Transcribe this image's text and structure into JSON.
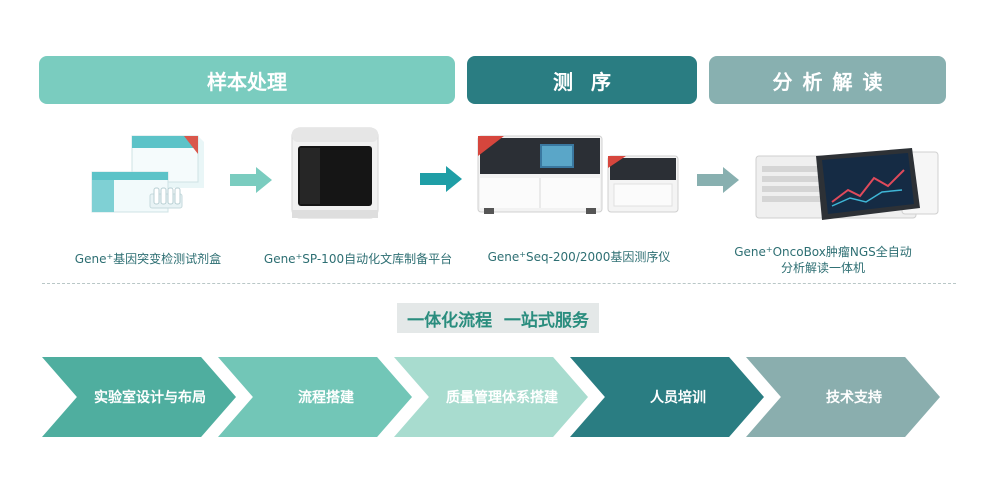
{
  "headers": {
    "sample": "样本处理",
    "sequencing": "测序",
    "analysis": "分析解读"
  },
  "products": {
    "kit": {
      "brand": "Gene",
      "sup": "+",
      "name": "基因突变检测试剂盒"
    },
    "sp100": {
      "brand": "Gene",
      "sup": "+",
      "name": "SP-100自动化文库制备平台"
    },
    "seq": {
      "brand": "Gene",
      "sup": "+",
      "name": "Seq-200/2000基因测序仪"
    },
    "oncobox": {
      "brand": "Gene",
      "sup": "+",
      "name_line1": "OncoBox肿瘤NGS全自动",
      "name_line2": "分析解读一体机"
    }
  },
  "slogan": "一体化流程  一站式服务",
  "steps": [
    {
      "label": "实验室设计与布局"
    },
    {
      "label": "流程搭建"
    },
    {
      "label": "质量管理体系搭建"
    },
    {
      "label": "人员培训"
    },
    {
      "label": "技术支持"
    }
  ],
  "colors": {
    "teal_light": "#7accbf",
    "teal_dark": "#2a7d82",
    "gray_teal": "#88b0b0",
    "arrow": "#3aa79a"
  }
}
